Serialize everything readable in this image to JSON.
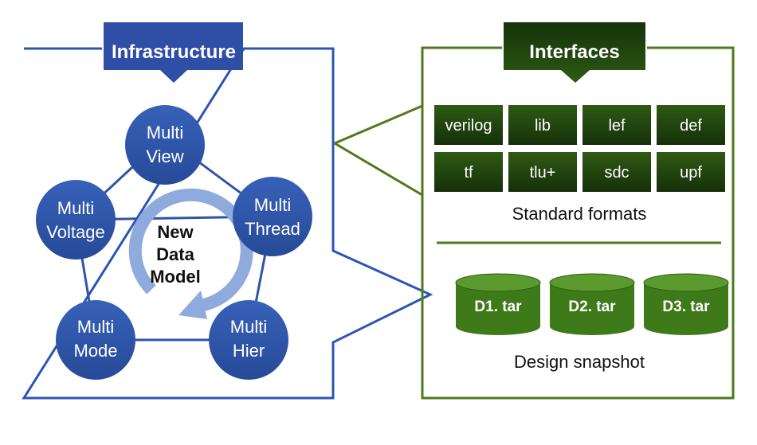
{
  "infrastructure": {
    "title": "Infrastructure",
    "core": [
      "New",
      "Data",
      "Model"
    ],
    "nodes": [
      {
        "id": "view",
        "lines": [
          "Multi",
          "View"
        ]
      },
      {
        "id": "thread",
        "lines": [
          "Multi",
          "Thread"
        ]
      },
      {
        "id": "hier",
        "lines": [
          "Multi",
          "Hier"
        ]
      },
      {
        "id": "mode",
        "lines": [
          "Multi",
          "Mode"
        ]
      },
      {
        "id": "voltage",
        "lines": [
          "Multi",
          "Voltage"
        ]
      }
    ]
  },
  "interfaces": {
    "title": "Interfaces",
    "formats": [
      "verilog",
      "lib",
      "lef",
      "def",
      "tf",
      "tlu+",
      "sdc",
      "upf"
    ],
    "formats_caption": "Standard formats",
    "snapshots": [
      "D1. tar",
      "D2. tar",
      "D3. tar"
    ],
    "snapshot_caption": "Design snapshot"
  },
  "colors": {
    "blue_dark": "#2f4ea6",
    "blue_node": "#2e54a8",
    "blue_frame": "#2b55b5",
    "blue_arrow": "#8faadc",
    "green_frame": "#4e7a1c",
    "green_dark": "#1f3d0d",
    "green_cyl": "#3f7a1a"
  }
}
